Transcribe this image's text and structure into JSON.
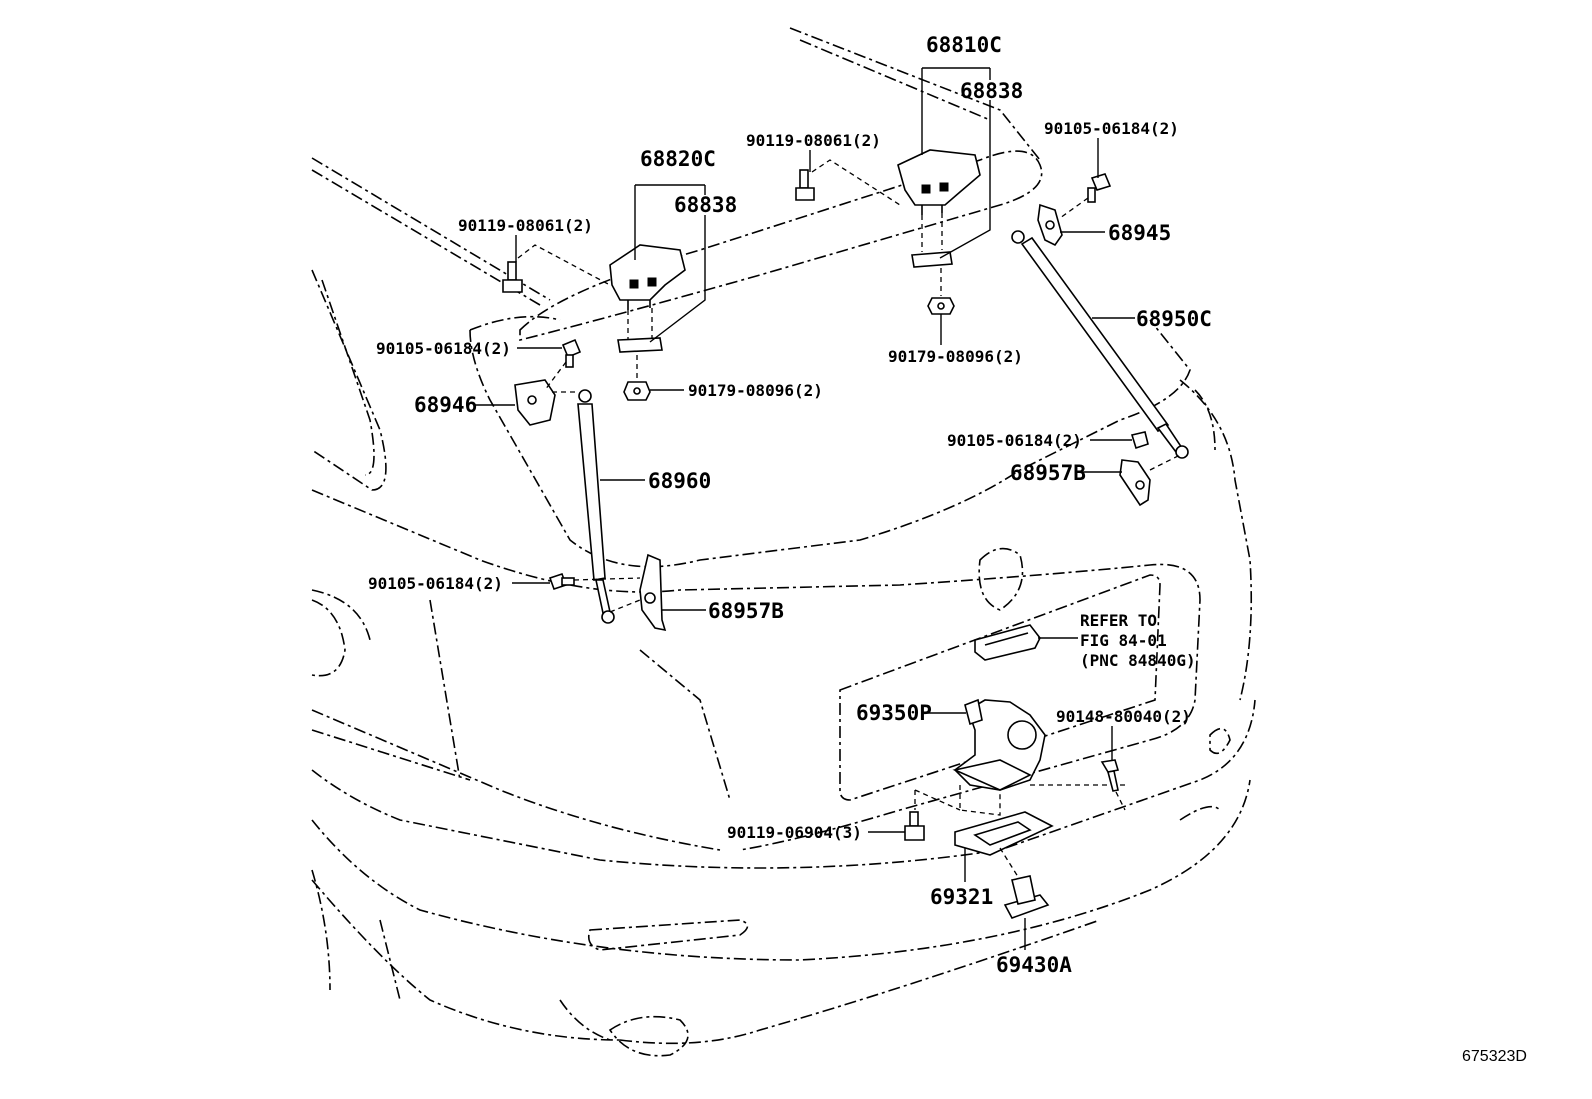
{
  "labels": {
    "p68810C": "68810C",
    "p68838_right": "68838",
    "p68820C": "68820C",
    "p68838_left": "68838",
    "bolt_90119_top": "90119-08061(2)",
    "bolt_90119_left": "90119-08061(2)",
    "bolt_90105_topright": "90105-06184(2)",
    "p68945": "68945",
    "p68950C": "68950C",
    "bolt_90105_left": "90105-06184(2)",
    "nut_90179_left": "90179-08096(2)",
    "nut_90179_right": "90179-08096(2)",
    "p68946": "68946",
    "p68960": "68960",
    "bolt_90105_right": "90105-06184(2)",
    "p68957B_right": "68957B",
    "bolt_90105_lower": "90105-06184(2)",
    "p68957B_lower": "68957B",
    "refer_line1": "REFER TO",
    "refer_line2": "FIG 84-01",
    "refer_line3": "(PNC 84840G)",
    "p69350P": "69350P",
    "screw_90148": "90148-80040(2)",
    "bolt_90119_bottom": "90119-06904(3)",
    "p69321": "69321",
    "p69430A": "69430A",
    "diagram_code": "675323D"
  }
}
